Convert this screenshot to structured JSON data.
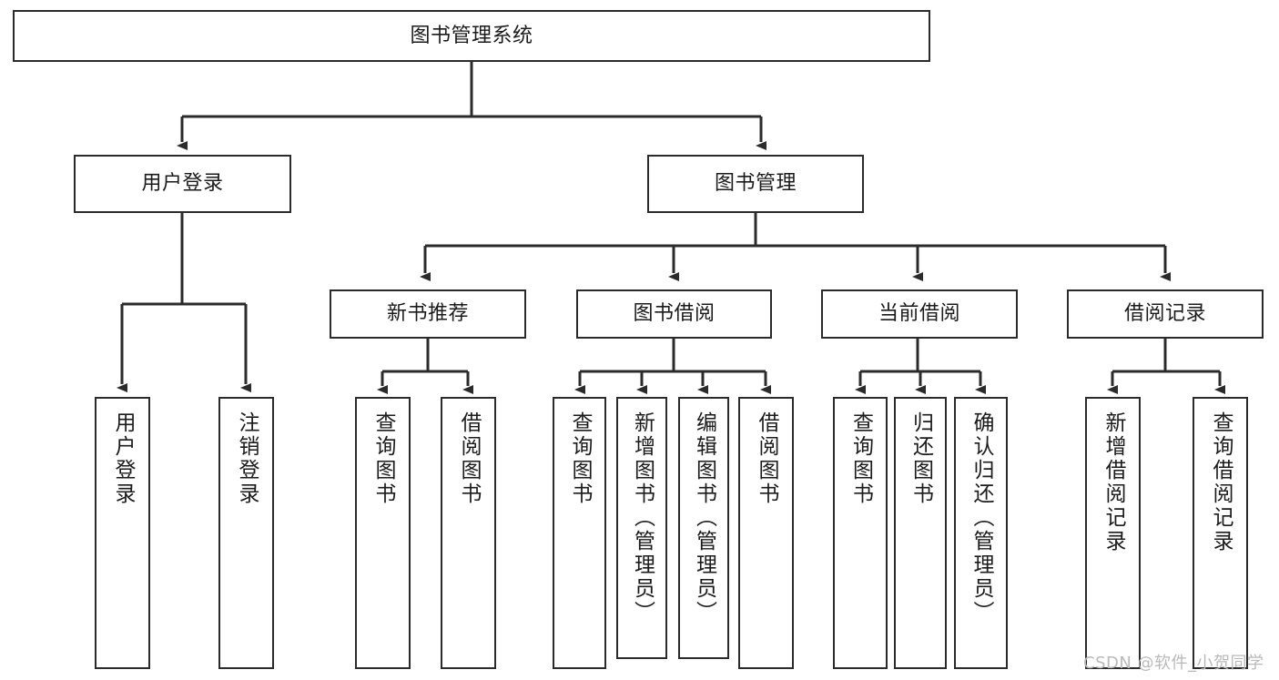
{
  "diagram": {
    "title": "图书管理系统",
    "watermark": "CSDN @软件_小贺同学",
    "line_color": "#2b2b2b",
    "box_fill": "#ffffff",
    "text_color": "#1b1b1b",
    "watermark_color": "#b9b9b9"
  },
  "nodes": {
    "root": {
      "label": "图书管理系统"
    },
    "level1": [
      {
        "label": "用户登录"
      },
      {
        "label": "图书管理"
      }
    ],
    "level2": [
      {
        "label": "新书推荐"
      },
      {
        "label": "图书借阅"
      },
      {
        "label": "当前借阅"
      },
      {
        "label": "借阅记录"
      }
    ],
    "leaves_user_login": [
      {
        "label": "用户登录"
      },
      {
        "label": "注销登录"
      }
    ],
    "leaves_new_book": [
      {
        "label": "查询图书"
      },
      {
        "label": "借阅图书"
      }
    ],
    "leaves_borrow": [
      {
        "label": "查询图书"
      },
      {
        "label": "新增图书（管理员）"
      },
      {
        "label": "编辑图书（管理员）"
      },
      {
        "label": "借阅图书"
      }
    ],
    "leaves_current": [
      {
        "label": "查询图书"
      },
      {
        "label": "归还图书"
      },
      {
        "label": "确认归还（管理员）"
      }
    ],
    "leaves_record": [
      {
        "label": "新增借阅记录"
      },
      {
        "label": "查询借阅记录"
      }
    ]
  }
}
